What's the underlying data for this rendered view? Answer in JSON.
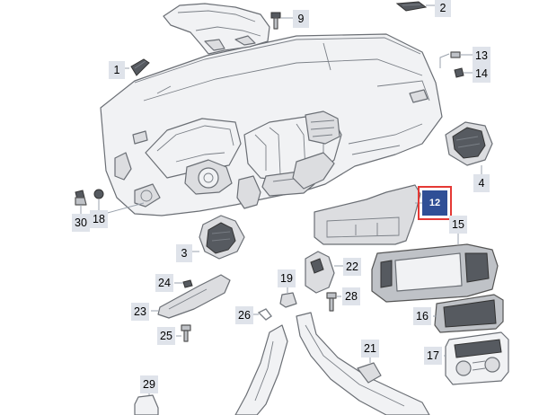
{
  "callouts": [
    {
      "id": "1",
      "label": "1"
    },
    {
      "id": "2",
      "label": "2"
    },
    {
      "id": "3",
      "label": "3"
    },
    {
      "id": "4",
      "label": "4"
    },
    {
      "id": "9",
      "label": "9"
    },
    {
      "id": "12",
      "label": "12",
      "highlighted": true
    },
    {
      "id": "13",
      "label": "13"
    },
    {
      "id": "14",
      "label": "14"
    },
    {
      "id": "15",
      "label": "15"
    },
    {
      "id": "16",
      "label": "16"
    },
    {
      "id": "17",
      "label": "17"
    },
    {
      "id": "18",
      "label": "18"
    },
    {
      "id": "19",
      "label": "19"
    },
    {
      "id": "21",
      "label": "21"
    },
    {
      "id": "22",
      "label": "22"
    },
    {
      "id": "23",
      "label": "23"
    },
    {
      "id": "24",
      "label": "24"
    },
    {
      "id": "25",
      "label": "25"
    },
    {
      "id": "26",
      "label": "26"
    },
    {
      "id": "28",
      "label": "28"
    },
    {
      "id": "29",
      "label": "29"
    },
    {
      "id": "30",
      "label": "30"
    }
  ],
  "colors": {
    "callout_bg": "#dfe3ea",
    "highlight_bg": "#2f4f96",
    "highlight_border": "#e53935",
    "outline": "#6b6f75"
  }
}
